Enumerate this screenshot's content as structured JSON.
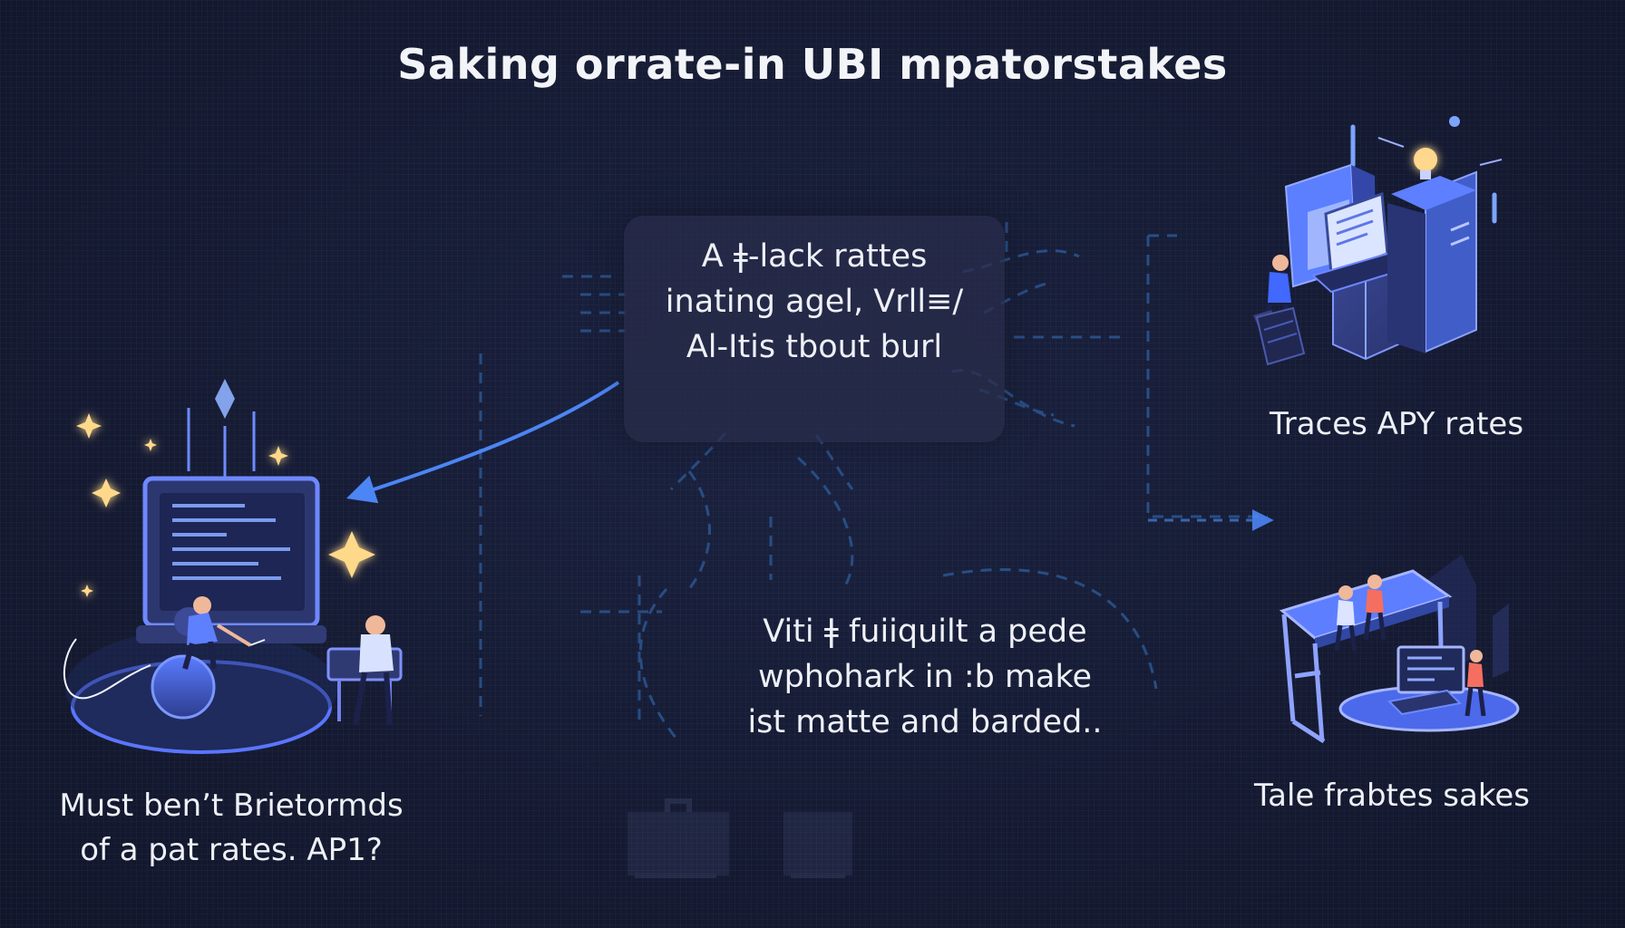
{
  "title": "Saking orrate-in UBI mpatorstakes",
  "center_box": {
    "lines": [
      "A ǂ-lack rattes",
      "inating agel, Vrll≡∕",
      "Al-Itis  tbout burl"
    ]
  },
  "middle_text": {
    "lines": [
      "Viti ǂ fuiiquilt  a pede",
      "wphohark in :b make",
      "ist matte and barded.."
    ]
  },
  "left_text": {
    "lines": [
      "Must ben’t Brietormds",
      "of a pat rates. AP1?"
    ]
  },
  "right_top_text": {
    "text": "Traces APY  rates"
  },
  "right_bottom_text": {
    "text": "Tale frabtes sakes"
  },
  "colors": {
    "background": "#141a31",
    "accent": "#4f7cff",
    "panel": "#2a2f4d",
    "text": "#eef0f6"
  },
  "icons": {
    "left": "developer-workstation-illustration",
    "right_top": "server-office-illustration",
    "right_bottom": "team-platform-illustration"
  }
}
